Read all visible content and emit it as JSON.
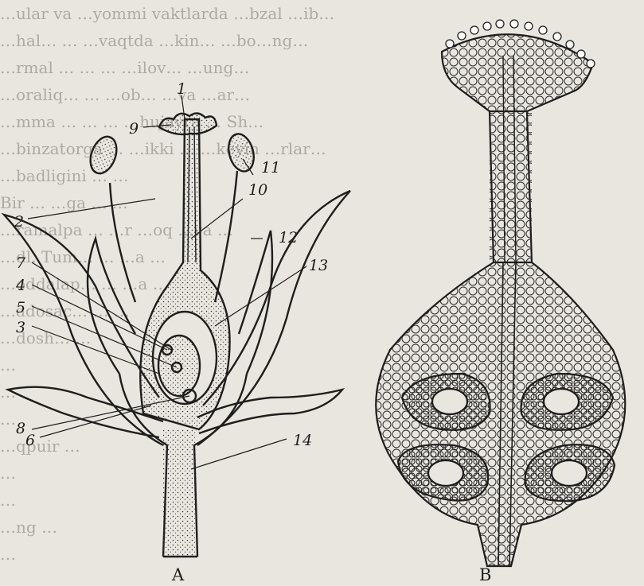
{
  "background_text_lines": [
    "…ular va …yommi vaktlarda …bzal …ib…",
    "…hal…  …  …vaqtda  …kin…  …bo…ng…",
    "…rmal …  …  …  …ilov…  …ung…",
    "…oraliq…  …  …ob…  …va …ar…",
    "…mma …  …  …  …hujayra …  Sh…",
    "…binzatorga …  …ikki …  …keyin …rlar…",
    "…badligini …  …",
    "Bir …  …ga …  …",
    "…ramalpa …  …r …oq …va …",
    "…dl. Tum…  …  …a …",
    "…oddalap…  …  …a …",
    "…adosac…  …  …",
    "…dosh…  …",
    "…",
    "…",
    "…",
    "…qpuir …",
    "…",
    "…",
    "…ng …",
    "…"
  ],
  "figure": {
    "part_a": {
      "caption": "A",
      "labels": [
        "1",
        "2",
        "3",
        "4",
        "5",
        "6",
        "7",
        "8",
        "9",
        "10",
        "11",
        "12",
        "13",
        "14"
      ]
    },
    "part_b": {
      "caption": "B"
    }
  }
}
